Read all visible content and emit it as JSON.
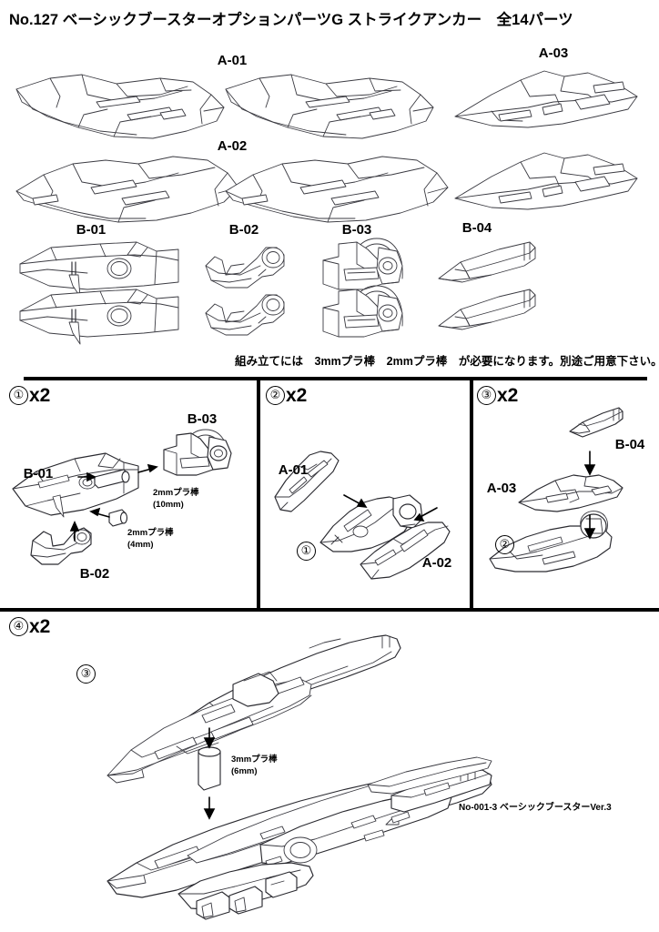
{
  "document": {
    "title": "No.127 ベーシックブースターオプションパーツG ストライクアンカー　全14パーツ",
    "material_note": "組み立てには　3mmプラ棒　2mmプラ棒　が必要になります。別途ご用意下さい。",
    "footer_caption": "No-001-3 ベーシックブースターVer.3"
  },
  "parts": {
    "a01": "A-01",
    "a02": "A-02",
    "a03": "A-03",
    "b01": "B-01",
    "b02": "B-02",
    "b03": "B-03",
    "b04": "B-04"
  },
  "steps": [
    {
      "number": "①",
      "quantity": "x2",
      "labels": {
        "b01": "B-01",
        "b02": "B-02",
        "b03": "B-03"
      },
      "rods": [
        {
          "size": "2mmプラ棒",
          "length": "(10mm)"
        },
        {
          "size": "2mmプラ棒",
          "length": "(4mm)"
        }
      ]
    },
    {
      "number": "②",
      "quantity": "x2",
      "labels": {
        "a01": "A-01",
        "a02": "A-02",
        "prev": "①"
      }
    },
    {
      "number": "③",
      "quantity": "x2",
      "labels": {
        "a03": "A-03",
        "b04": "B-04",
        "prev": "②"
      }
    },
    {
      "number": "④",
      "quantity": "x2",
      "labels": {
        "prev": "③"
      },
      "rods": [
        {
          "size": "3mmプラ棒",
          "length": "(6mm)"
        }
      ]
    }
  ],
  "colors": {
    "ink": "#000000",
    "line": "#3b3b42",
    "paper": "#ffffff"
  }
}
